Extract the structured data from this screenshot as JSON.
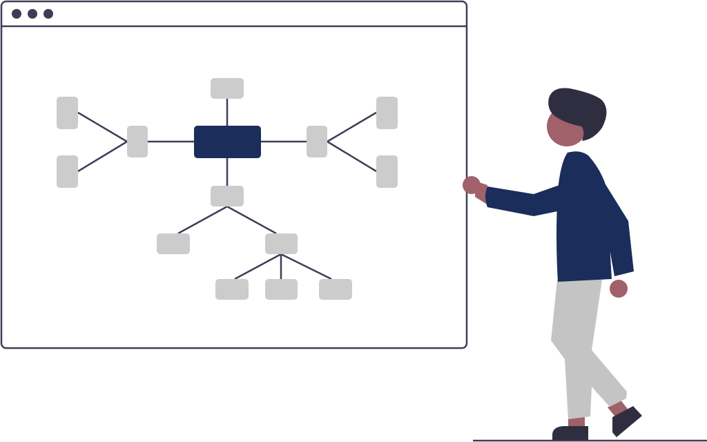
{
  "colors": {
    "outline": "#3f3d56",
    "node": "#cccccc",
    "central_node": "#1b2d5a",
    "skin": "#a0616a",
    "hair": "#2f2e41",
    "shirt": "#1b2d5a",
    "pants": "#c4c4c4",
    "shoes": "#2f2e41"
  },
  "diagram": {
    "nodes": [
      "left-top",
      "left-bottom",
      "left-hub",
      "center",
      "top",
      "right-hub",
      "right-top",
      "right-bottom",
      "lower-hub",
      "lower-left",
      "lower-right-hub",
      "bottom-left",
      "bottom-middle",
      "bottom-right"
    ]
  }
}
